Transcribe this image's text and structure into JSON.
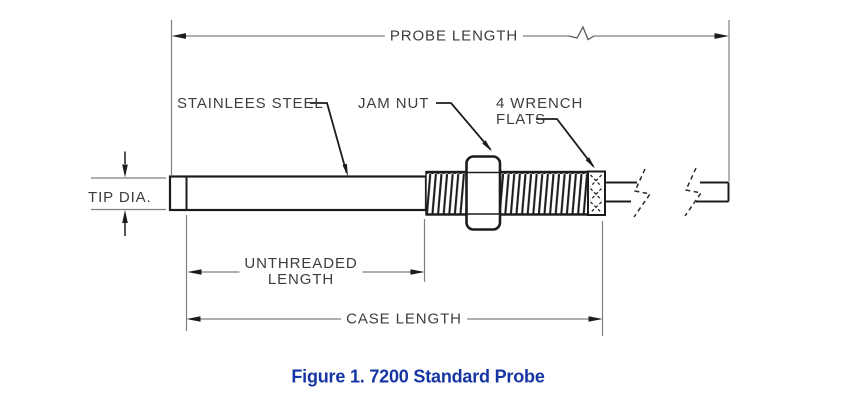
{
  "figure": {
    "caption": "Figure 1. 7200 Standard Probe",
    "caption_color": "#1535a3"
  },
  "annotations": {
    "probe_length": "PROBE LENGTH",
    "stainless_steel": "STAINLEES STEEL",
    "jam_nut": "JAM NUT",
    "wrench_flats": {
      "line1": "4 WRENCH",
      "line2": "FLATS"
    },
    "tip_diameter": "TIP DIA.",
    "unthreaded_length": {
      "line1": "UNTHREADED",
      "line2": "LENGTH"
    },
    "case_length": "CASE LENGTH"
  },
  "colors": {
    "background": "#ffffff",
    "outline_ink": "#1c1c1c",
    "dimension_line_gray": "#7f7f7f",
    "label_text": "#3d3d3d",
    "caption_blue": "#1535a3"
  }
}
